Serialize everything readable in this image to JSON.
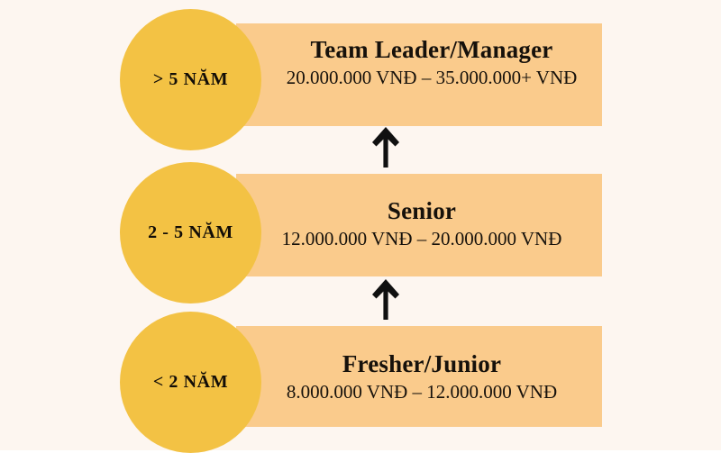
{
  "colors": {
    "background": "#FDF6F0",
    "bar": "#FACB8C",
    "circle": "#F3C244",
    "text": "#16110B",
    "arrow": "#101010"
  },
  "levels": [
    {
      "experience": "> 5 NĂM",
      "role": "Team Leader/Manager",
      "salary": "20.000.000 VNĐ – 35.000.000+ VNĐ"
    },
    {
      "experience": "2 - 5 NĂM",
      "role": "Senior",
      "salary": "12.000.000 VNĐ – 20.000.000 VNĐ"
    },
    {
      "experience": "< 2 NĂM",
      "role": "Fresher/Junior",
      "salary": "8.000.000 VNĐ – 12.000.000 VNĐ"
    }
  ],
  "arrows": [
    {
      "icon": "arrow-up-icon",
      "from": "Senior",
      "to": "Team Leader/Manager"
    },
    {
      "icon": "arrow-up-icon",
      "from": "Fresher/Junior",
      "to": "Senior"
    }
  ]
}
